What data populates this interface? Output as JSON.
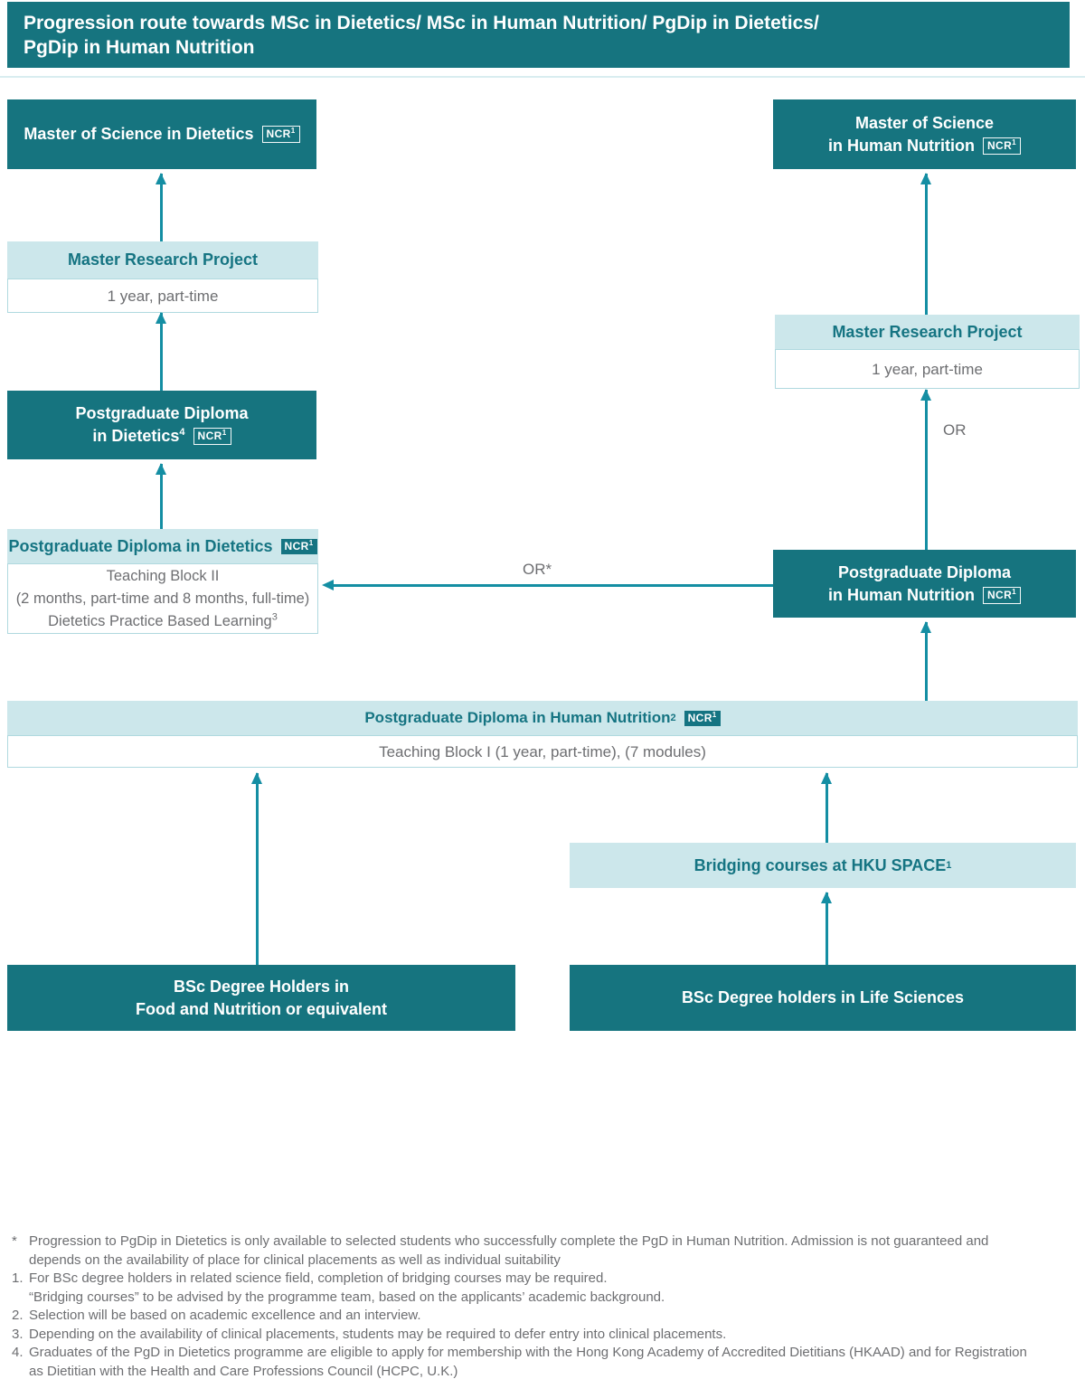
{
  "title": {
    "line1": "Progression route towards MSc in Dietetics/ MSc in Human Nutrition/ PgDip in Dietetics/",
    "line2": "PgDip in Human Nutrition"
  },
  "badge": {
    "text": "NCR",
    "sup": "1"
  },
  "colors": {
    "dark_teal": "#16747F",
    "light_teal": "#CCE7EB",
    "teal_text": "#157482",
    "arrow_teal": "#148EA3",
    "gray_text": "#6D6E71"
  },
  "boxes": {
    "msc_dietetics": {
      "title": "Master of Science in Dietetics"
    },
    "master_research_left": {
      "title": "Master Research Project",
      "body": "1 year, part-time"
    },
    "pgdip_dietetics_dark": {
      "line1": "Postgraduate Diploma",
      "line2": "in Dietetics",
      "sup": "4"
    },
    "pgdip_dietetics_light": {
      "title": "Postgraduate Diploma in Dietetics",
      "body_line1": "Teaching Block II",
      "body_line2": "(2 months, part-time and 8 months, full-time)",
      "body_line3": "Dietetics Practice Based Learning",
      "body_line3_sup": "3"
    },
    "msc_human_nutrition": {
      "line1": "Master of Science",
      "line2": "in Human Nutrition"
    },
    "master_research_right": {
      "title": "Master Research Project",
      "body": "1 year, part-time"
    },
    "pgdip_human_dark": {
      "line1": "Postgraduate Diploma",
      "line2": "in Human Nutrition"
    },
    "pgdip_human_wide": {
      "title": "Postgraduate Diploma in Human Nutrition",
      "title_sup": "2",
      "body": "Teaching Block I (1 year, part-time), (7 modules)"
    },
    "bridging": {
      "title": "Bridging courses at HKU SPACE",
      "sup": "1"
    },
    "bsc_food": {
      "line1": "BSc Degree Holders in",
      "line2": "Food and Nutrition or equivalent"
    },
    "bsc_life": {
      "title": "BSc Degree holders in Life Sciences"
    }
  },
  "labels": {
    "or_star": "OR*",
    "or": "OR"
  },
  "footnotes": [
    {
      "marker": "*",
      "line1": "Progression to PgDip in Dietetics is only available to selected students who successfully complete the PgD in Human Nutrition. Admission is not guaranteed and",
      "line2": "depends on the availability of place for clinical placements as well as individual suitability"
    },
    {
      "marker": "1.",
      "line1": "For BSc degree holders in related science field, completion of bridging courses may be required.",
      "line2": "“Bridging courses” to be advised by the programme team, based on the applicants’ academic background."
    },
    {
      "marker": "2.",
      "line1": "Selection will be based on academic excellence and an interview."
    },
    {
      "marker": "3.",
      "line1": "Depending on the availability of clinical placements, students may be required to defer entry into clinical placements."
    },
    {
      "marker": "4.",
      "line1": "Graduates of the PgD in Dietetics programme are eligible to apply for membership with the Hong Kong Academy of Accredited Dietitians (HKAAD) and for Registration",
      "line2": "as Dietitian with the Health and Care Professions Council (HCPC, U.K.)"
    }
  ]
}
